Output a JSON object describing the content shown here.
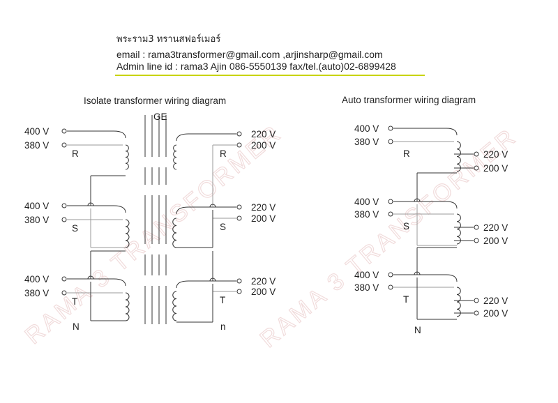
{
  "header": {
    "company": "พระราม3 ทรานสฟอร์เมอร์",
    "email_line": "email : rama3transformer@gmail.com ,arjinsharp@gmail.com",
    "admin_line": "Admin line id : rama3    Ajin 086-5550139   fax/tel.(auto)02-6899428"
  },
  "watermark": "RAMA 3 TRANSFORMER",
  "isolate": {
    "title": "Isolate transformer wiring diagram",
    "core_label": "GE",
    "primary": [
      {
        "phase": "R",
        "high": "400 V",
        "low": "380 V"
      },
      {
        "phase": "S",
        "high": "400 V",
        "low": "380 V"
      },
      {
        "phase": "T",
        "high": "400 V",
        "low": "380 V"
      }
    ],
    "secondary": [
      {
        "phase": "R",
        "high": "220 V",
        "low": "200 V"
      },
      {
        "phase": "S",
        "high": "220 V",
        "low": "200 V"
      },
      {
        "phase": "T",
        "high": "220 V",
        "low": "200 V"
      }
    ],
    "neutral_primary": "N",
    "neutral_secondary": "n"
  },
  "auto": {
    "title": "Auto transformer wiring diagram",
    "phases": [
      {
        "phase": "R",
        "in_high": "400 V",
        "in_low": "380 V",
        "out_high": "220 V",
        "out_low": "200 V"
      },
      {
        "phase": "S",
        "in_high": "400 V",
        "in_low": "380 V",
        "out_high": "220 V",
        "out_low": "200 V"
      },
      {
        "phase": "T",
        "in_high": "400 V",
        "in_low": "380 V",
        "out_high": "220 V",
        "out_low": "200 V"
      }
    ],
    "neutral": "N"
  }
}
